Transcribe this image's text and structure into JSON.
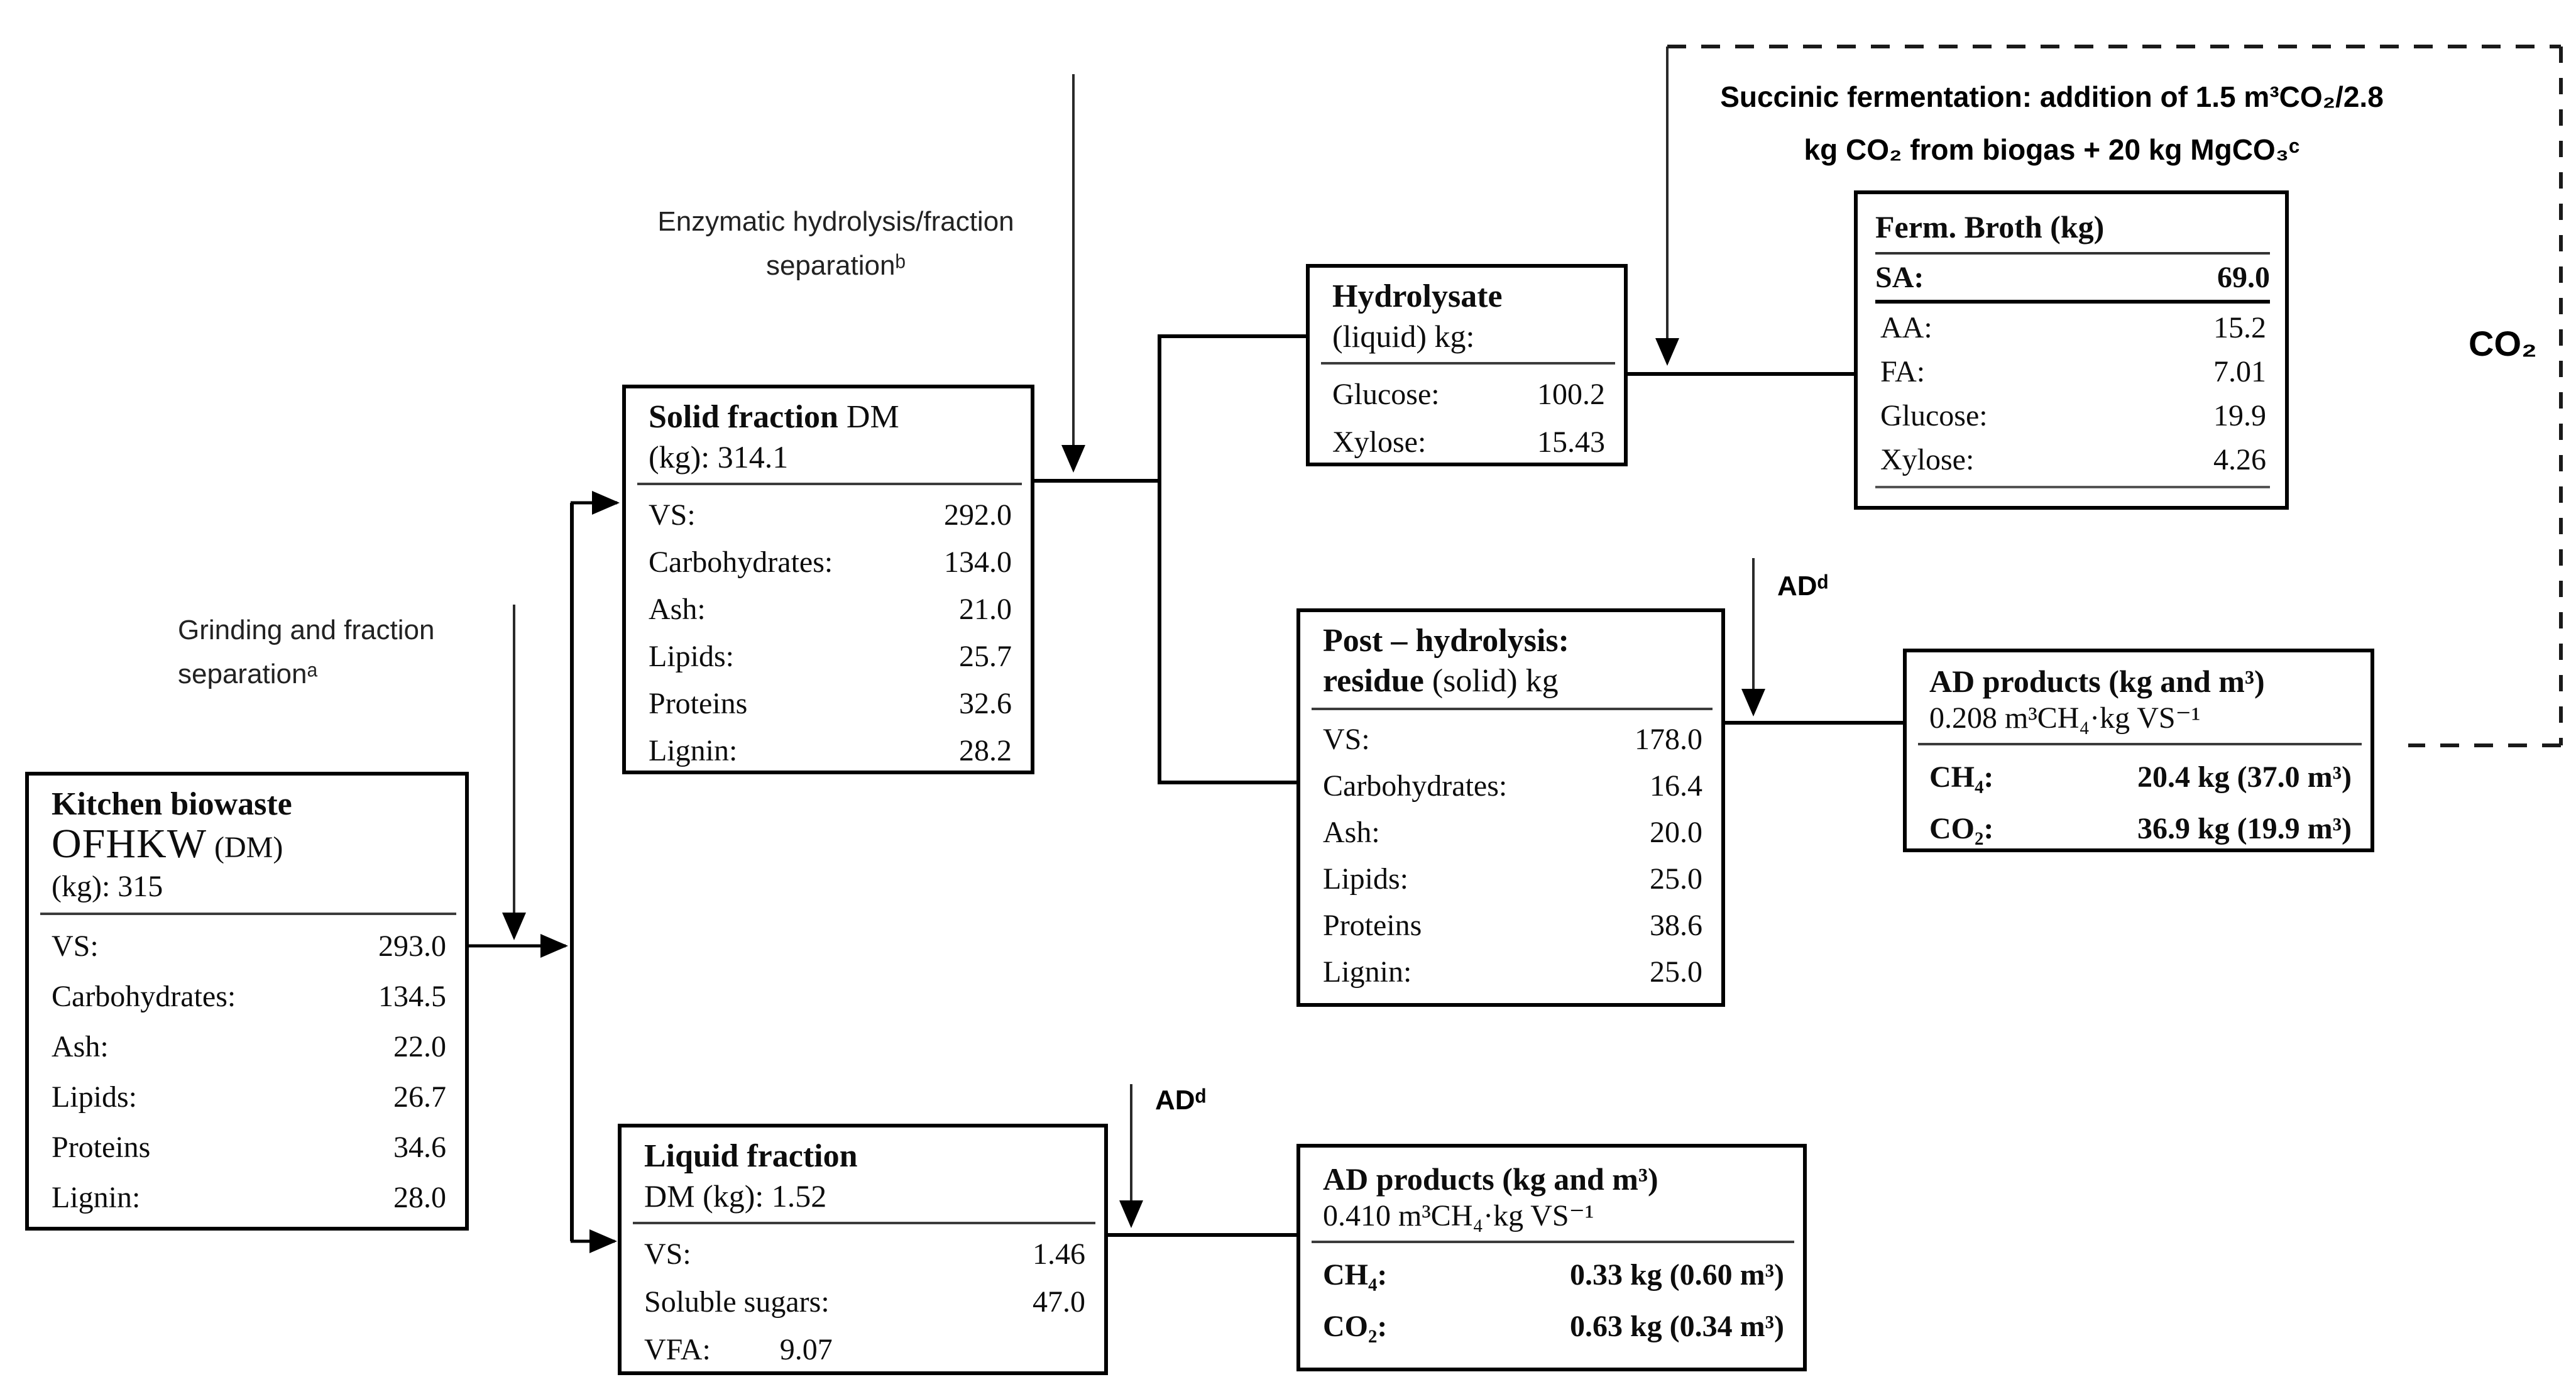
{
  "colors": {
    "ink": "#000000",
    "background": "#ffffff"
  },
  "labels": {
    "grinding": {
      "line1": "Grinding and fraction",
      "line2": "separationᵃ"
    },
    "enzymatic": {
      "line1": "Enzymatic hydrolysis/fraction",
      "line2": "separationᵇ"
    },
    "succinic": {
      "line1": "Succinic fermentation: addition of 1.5 m³CO₂/2.8",
      "line2": "kg CO₂ from biogas + 20 kg MgCO₃ᶜ"
    },
    "ad_top": "ADᵈ",
    "ad_bottom": "ADᵈ",
    "co2": "CO₂"
  },
  "boxes": {
    "kitchen": {
      "title": "Kitchen biowaste",
      "subtitle_main": "OFHKW",
      "subtitle_paren": " (DM)",
      "kg_line": "(kg): 315",
      "rows": [
        {
          "label": "VS:",
          "value": "293.0"
        },
        {
          "label": "Carbohydrates:",
          "value": "134.5"
        },
        {
          "label": "Ash:",
          "value": "22.0"
        },
        {
          "label": "Lipids:",
          "value": "26.7"
        },
        {
          "label": "Proteins",
          "value": "34.6"
        },
        {
          "label": "Lignin:",
          "value": "28.0"
        }
      ]
    },
    "solid": {
      "title_bold": "Solid fraction",
      "title_rest": " DM",
      "kg_line": "(kg):  314.1",
      "rows": [
        {
          "label": "VS:",
          "value": "292.0"
        },
        {
          "label": "Carbohydrates:",
          "value": "134.0"
        },
        {
          "label": "Ash:",
          "value": "21.0"
        },
        {
          "label": "Lipids:",
          "value": "25.7"
        },
        {
          "label": "Proteins",
          "value": "32.6"
        },
        {
          "label": "Lignin:",
          "value": "28.2"
        }
      ]
    },
    "hydrolysate": {
      "title": "Hydrolysate",
      "subtitle": "(liquid) kg:",
      "rows": [
        {
          "label": "Glucose:",
          "value": "100.2"
        },
        {
          "label": "Xylose:",
          "value": "15.43"
        }
      ]
    },
    "fermbroth": {
      "title": "Ferm. Broth (kg)",
      "sa_row": {
        "label": "SA:",
        "value": "69.0"
      },
      "rows": [
        {
          "label": "AA:",
          "value": "15.2"
        },
        {
          "label": "FA:",
          "value": "7.01"
        },
        {
          "label": "Glucose:",
          "value": "19.9"
        },
        {
          "label": "Xylose:",
          "value": "4.26"
        }
      ]
    },
    "posthydro": {
      "title_line1": "Post – hydrolysis:",
      "title2_bold": "residue",
      "title2_rest": " (solid) kg",
      "rows": [
        {
          "label": "VS:",
          "value": "178.0"
        },
        {
          "label": "Carbohydrates:",
          "value": "16.4"
        },
        {
          "label": "Ash:",
          "value": "20.0"
        },
        {
          "label": "Lipids:",
          "value": "25.0"
        },
        {
          "label": "Proteins",
          "value": "38.6"
        },
        {
          "label": "Lignin:",
          "value": "25.0"
        }
      ]
    },
    "adtop": {
      "title": "AD products (kg and m³)",
      "subtitle": "0.208 m³CH₄·kg VS⁻¹",
      "rows": [
        {
          "label": "CH₄:",
          "value": "20.4 kg (37.0 m³)"
        },
        {
          "label": "CO₂:",
          "value": "36.9 kg (19.9 m³)"
        }
      ]
    },
    "liquid": {
      "title": "Liquid fraction",
      "subtitle": "DM (kg): 1.52",
      "rows": [
        {
          "label": "VS:",
          "value": "1.46"
        },
        {
          "label": "Soluble sugars:",
          "value": "47.0"
        },
        {
          "label": "VFA:",
          "value": "9.07"
        }
      ]
    },
    "adbottom": {
      "title": "AD products (kg and m³)",
      "subtitle": "0.410 m³CH₄·kg VS⁻¹",
      "rows": [
        {
          "label": "CH₄:",
          "value": "0.33 kg (0.60 m³)"
        },
        {
          "label": "CO₂:",
          "value": "0.63 kg (0.34 m³)"
        }
      ]
    }
  }
}
